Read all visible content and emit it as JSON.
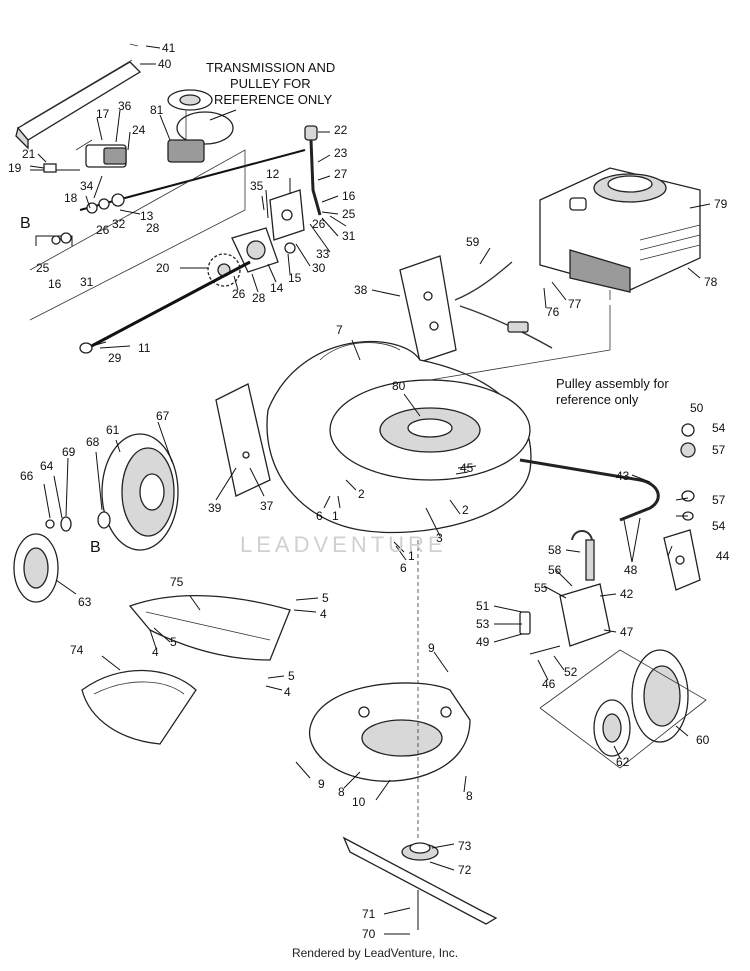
{
  "notes": {
    "transmission_1": "TRANSMISSION AND",
    "transmission_2": "PULLEY FOR",
    "transmission_3": "REFERENCE ONLY",
    "pulley_1": "Pulley assembly for",
    "pulley_2": "reference only"
  },
  "detail_marker": "B",
  "watermark": "LEADVENTURE",
  "footer": "Rendered by LeadVenture, Inc.",
  "callouts": [
    {
      "id": "c41",
      "text": "41"
    },
    {
      "id": "c40",
      "text": "40"
    },
    {
      "id": "c17",
      "text": "17"
    },
    {
      "id": "c36",
      "text": "36"
    },
    {
      "id": "c81",
      "text": "81"
    },
    {
      "id": "c24",
      "text": "24"
    },
    {
      "id": "c21",
      "text": "21"
    },
    {
      "id": "c19",
      "text": "19"
    },
    {
      "id": "c22",
      "text": "22"
    },
    {
      "id": "c23",
      "text": "23"
    },
    {
      "id": "c27",
      "text": "27"
    },
    {
      "id": "c12",
      "text": "12"
    },
    {
      "id": "c16a",
      "text": "16"
    },
    {
      "id": "c25a",
      "text": "25"
    },
    {
      "id": "c31a",
      "text": "31"
    },
    {
      "id": "c26a",
      "text": "26"
    },
    {
      "id": "c33",
      "text": "33"
    },
    {
      "id": "c35",
      "text": "35"
    },
    {
      "id": "c34",
      "text": "34"
    },
    {
      "id": "c18",
      "text": "18"
    },
    {
      "id": "c13",
      "text": "13"
    },
    {
      "id": "c28a",
      "text": "28"
    },
    {
      "id": "c26b",
      "text": "26"
    },
    {
      "id": "c32",
      "text": "32"
    },
    {
      "id": "c30",
      "text": "30"
    },
    {
      "id": "c15",
      "text": "15"
    },
    {
      "id": "c14",
      "text": "14"
    },
    {
      "id": "c28b",
      "text": "28"
    },
    {
      "id": "c26c",
      "text": "26"
    },
    {
      "id": "c20",
      "text": "20"
    },
    {
      "id": "c25b",
      "text": "25"
    },
    {
      "id": "c16b",
      "text": "16"
    },
    {
      "id": "c31b",
      "text": "31"
    },
    {
      "id": "c11",
      "text": "11"
    },
    {
      "id": "c29",
      "text": "29"
    },
    {
      "id": "c59",
      "text": "59"
    },
    {
      "id": "c79",
      "text": "79"
    },
    {
      "id": "c78",
      "text": "78"
    },
    {
      "id": "c77",
      "text": "77"
    },
    {
      "id": "c76",
      "text": "76"
    },
    {
      "id": "c38",
      "text": "38"
    },
    {
      "id": "c7",
      "text": "7"
    },
    {
      "id": "c80",
      "text": "80"
    },
    {
      "id": "c50",
      "text": "50"
    },
    {
      "id": "c54a",
      "text": "54"
    },
    {
      "id": "c57a",
      "text": "57"
    },
    {
      "id": "c43",
      "text": "43"
    },
    {
      "id": "c45",
      "text": "45"
    },
    {
      "id": "c57b",
      "text": "57"
    },
    {
      "id": "c54b",
      "text": "54"
    },
    {
      "id": "c44",
      "text": "44"
    },
    {
      "id": "c48",
      "text": "48"
    },
    {
      "id": "c67",
      "text": "67"
    },
    {
      "id": "c61",
      "text": "61"
    },
    {
      "id": "c68",
      "text": "68"
    },
    {
      "id": "c69",
      "text": "69"
    },
    {
      "id": "c66",
      "text": "66"
    },
    {
      "id": "c64",
      "text": "64"
    },
    {
      "id": "c39",
      "text": "39"
    },
    {
      "id": "c37",
      "text": "37"
    },
    {
      "id": "c2a",
      "text": "2"
    },
    {
      "id": "c6a",
      "text": "6"
    },
    {
      "id": "c1a",
      "text": "1"
    },
    {
      "id": "c3",
      "text": "3"
    },
    {
      "id": "c2b",
      "text": "2"
    },
    {
      "id": "c1b",
      "text": "1"
    },
    {
      "id": "c6b",
      "text": "6"
    },
    {
      "id": "c63",
      "text": "63"
    },
    {
      "id": "c75",
      "text": "75"
    },
    {
      "id": "c4a",
      "text": "4"
    },
    {
      "id": "c5a",
      "text": "5"
    },
    {
      "id": "c5b",
      "text": "5"
    },
    {
      "id": "c4b",
      "text": "4"
    },
    {
      "id": "c5c",
      "text": "5"
    },
    {
      "id": "c4c",
      "text": "4"
    },
    {
      "id": "c74",
      "text": "74"
    },
    {
      "id": "c58",
      "text": "58"
    },
    {
      "id": "c56",
      "text": "56"
    },
    {
      "id": "c55",
      "text": "55"
    },
    {
      "id": "c42",
      "text": "42"
    },
    {
      "id": "c51",
      "text": "51"
    },
    {
      "id": "c53",
      "text": "53"
    },
    {
      "id": "c49",
      "text": "49"
    },
    {
      "id": "c47",
      "text": "47"
    },
    {
      "id": "c52",
      "text": "52"
    },
    {
      "id": "c46",
      "text": "46"
    },
    {
      "id": "c9a",
      "text": "9"
    },
    {
      "id": "c60",
      "text": "60"
    },
    {
      "id": "c62",
      "text": "62"
    },
    {
      "id": "c9b",
      "text": "9"
    },
    {
      "id": "c8a",
      "text": "8"
    },
    {
      "id": "c10",
      "text": "10"
    },
    {
      "id": "c8b",
      "text": "8"
    },
    {
      "id": "c73",
      "text": "73"
    },
    {
      "id": "c72",
      "text": "72"
    },
    {
      "id": "c71",
      "text": "71"
    },
    {
      "id": "c70",
      "text": "70"
    }
  ]
}
